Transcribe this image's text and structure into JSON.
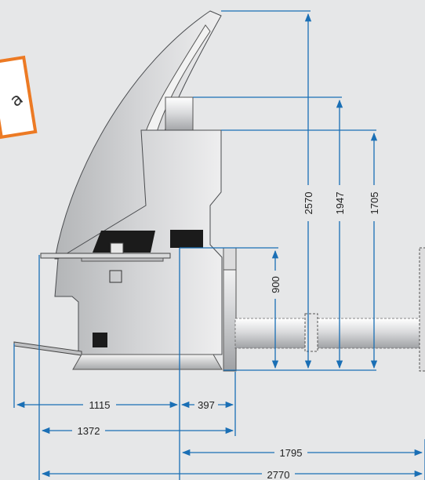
{
  "note": {
    "glyph": "a"
  },
  "dimensions": {
    "height_top": "2570",
    "height_mid": "1947",
    "height_low": "1705",
    "height_table": "900",
    "width_front": "1115",
    "width_stand": "397",
    "width_total_front": "1372",
    "width_rear": "1795",
    "width_total": "2770"
  },
  "colors": {
    "dimension": "#1a6fb5",
    "accent_frame": "#ec7a24",
    "background": "#e6e7e8"
  }
}
